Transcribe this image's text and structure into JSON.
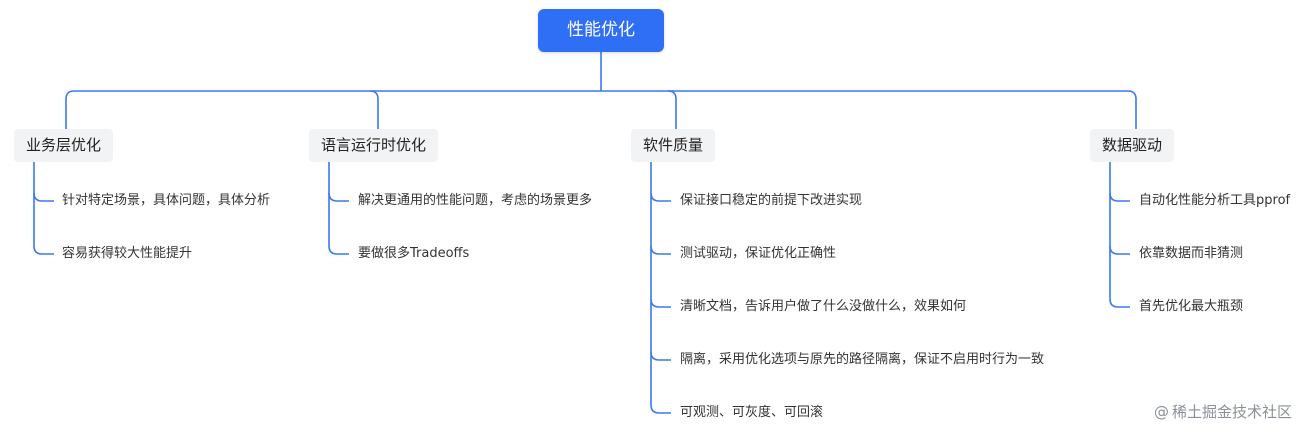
{
  "root": {
    "label": "性能优化"
  },
  "branches": [
    {
      "label": "业务层优化",
      "children": [
        "针对特定场景，具体问题，具体分析",
        "容易获得较大性能提升"
      ]
    },
    {
      "label": "语言运行时优化",
      "children": [
        "解决更通用的性能问题，考虑的场景更多",
        "要做很多Tradeoffs"
      ]
    },
    {
      "label": "软件质量",
      "children": [
        "保证接口稳定的前提下改进实现",
        "测试驱动，保证优化正确性",
        "清晰文档，告诉用户做了什么没做什么，效果如何",
        "隔离，采用优化选项与原先的路径隔离，保证不启用时行为一致",
        "可观测、可灰度、可回滚"
      ]
    },
    {
      "label": "数据驱动",
      "children": [
        "自动化性能分析工具pprof",
        "依靠数据而非猜测",
        "首先优化最大瓶颈"
      ]
    }
  ],
  "watermark": {
    "text": "稀土掘金技术社区",
    "icon": "at-sign-icon",
    "symbol": "@"
  },
  "colors": {
    "root_bg": "#2f6ff6",
    "connector": "#3a78f2",
    "branch_bg": "#f2f3f5"
  }
}
